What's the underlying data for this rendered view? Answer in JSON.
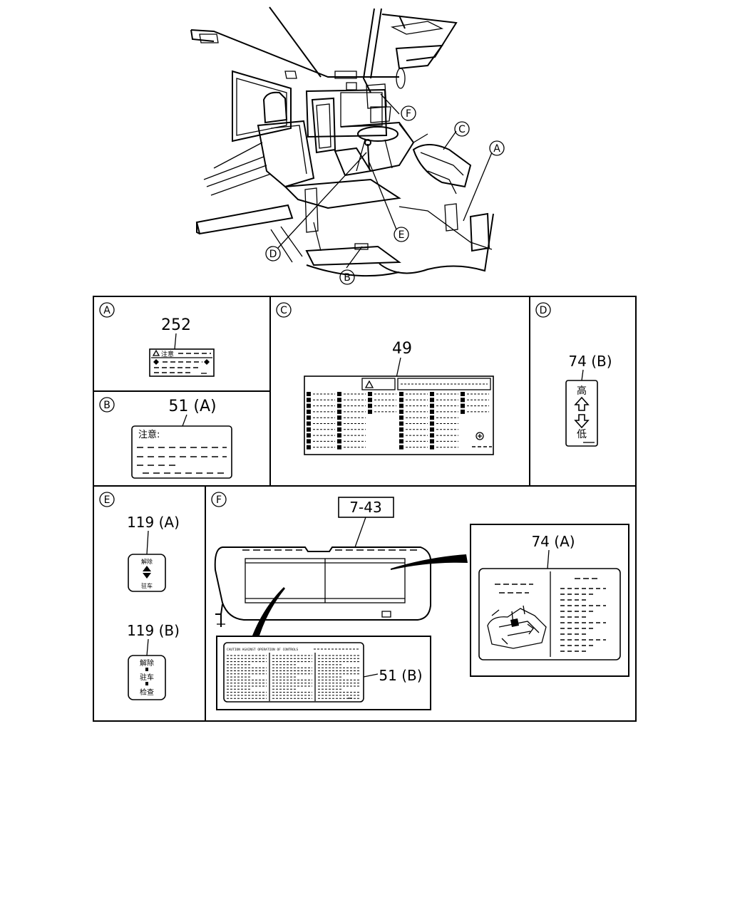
{
  "callouts": {
    "A": "A",
    "B": "B",
    "C": "C",
    "D": "D",
    "E": "E",
    "F": "F"
  },
  "panels": {
    "A": {
      "letter": "A",
      "part": "252",
      "label_text": "注意"
    },
    "B": {
      "letter": "B",
      "part": "51 (A)",
      "label_heading": "注意:"
    },
    "C": {
      "letter": "C",
      "part": "49"
    },
    "D": {
      "letter": "D",
      "part": "74 (B)",
      "top_char": "高",
      "bottom_char": "低"
    },
    "E": {
      "letter": "E",
      "part_a": "119 (A)",
      "a_top": "解除",
      "a_bottom": "驻车",
      "part_b": "119 (B)",
      "b_line1": "解除",
      "b_line2": "驻车",
      "b_line3": "检查"
    },
    "F": {
      "letter": "F",
      "sunvisor_part": "7-43",
      "inset_part": "74 (A)",
      "bottom_part": "51 (B)",
      "bottom_label_title": "CAUTION AGAINST OPERATION OF CONTROLS"
    }
  }
}
